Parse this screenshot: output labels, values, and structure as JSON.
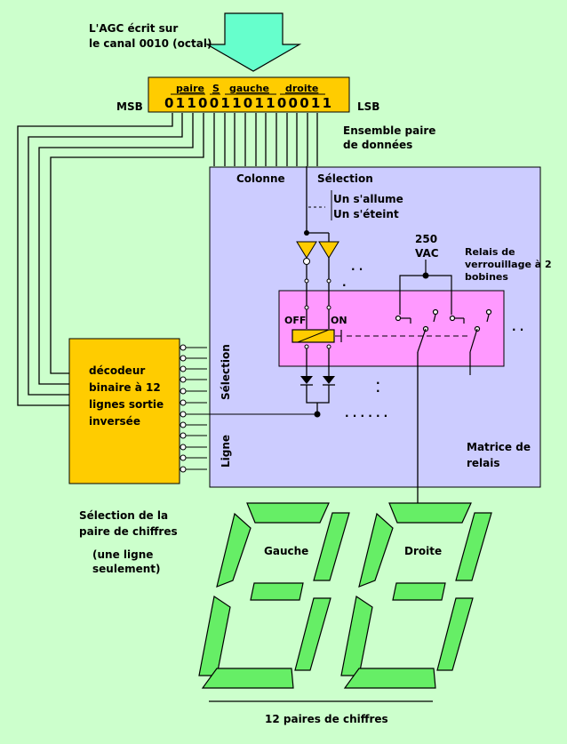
{
  "header": {
    "line1": "L'AGC écrit sur",
    "line2": "le canal 0010 (octal)"
  },
  "register": {
    "fields": [
      "paire",
      "S",
      "gauche",
      "droite"
    ],
    "bits": "011001101100011",
    "msb": "MSB",
    "lsb": "LSB"
  },
  "data_set": {
    "line1": "Ensemble paire",
    "line2": "de données"
  },
  "matrix": {
    "colonne": "Colonne",
    "selection": "Sélection",
    "on_text": "Un s'allume",
    "off_text": "Un s'éteint",
    "voltage_1": "250",
    "voltage_2": "VAC",
    "relay_1": "Relais de",
    "relay_2": "verrouillage à 2",
    "relay_3": "bobines",
    "off_label": "OFF",
    "on_label": "ON",
    "selection_vertical": "Sélection",
    "ligne_vertical": "Ligne",
    "matrix_1": "Matrice de",
    "matrix_2": "relais"
  },
  "decoder": {
    "line1": "décodeur",
    "line2": "binaire à 12",
    "line3": "lignes sortie",
    "line4": "inversée"
  },
  "pair_selection": {
    "line1": "Sélection de la",
    "line2": "paire de chiffres",
    "line3": "(une ligne",
    "line4": "seulement)"
  },
  "display": {
    "left": "Gauche",
    "right": "Droite",
    "caption": "12 paires de chiffres"
  },
  "colors": {
    "background": "#ccffcc",
    "arrow": "#66ffcc",
    "register": "#ffcc00",
    "matrix": "#ccccff",
    "relay_box": "#ff99ff",
    "segment": "#66ee66"
  }
}
